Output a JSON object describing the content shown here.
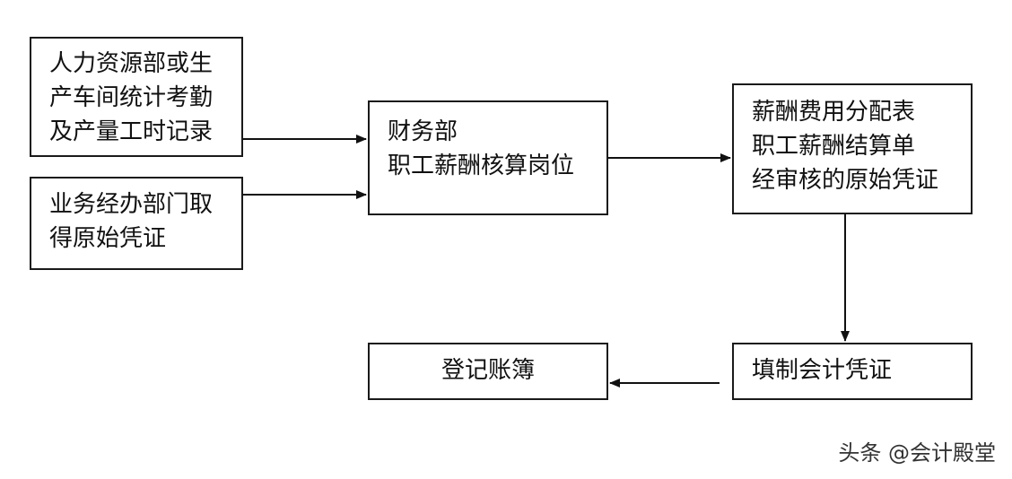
{
  "boxes": {
    "hr_records": {
      "lines": [
        "人力资源部或生",
        "产车间统计考勤",
        "及产量工时记录"
      ]
    },
    "business_dept": {
      "lines": [
        "业务经办部门取",
        "得原始凭证"
      ]
    },
    "finance": {
      "lines": [
        "财务部",
        "职工薪酬核算岗位"
      ]
    },
    "payroll_docs": {
      "lines": [
        "薪酬费用分配表",
        "职工薪酬结算单",
        "经审核的原始凭证"
      ]
    },
    "voucher": {
      "lines": [
        "填制会计凭证"
      ]
    },
    "ledger": {
      "lines": [
        "登记账簿"
      ]
    }
  },
  "watermark": "头条 @会计殿堂"
}
